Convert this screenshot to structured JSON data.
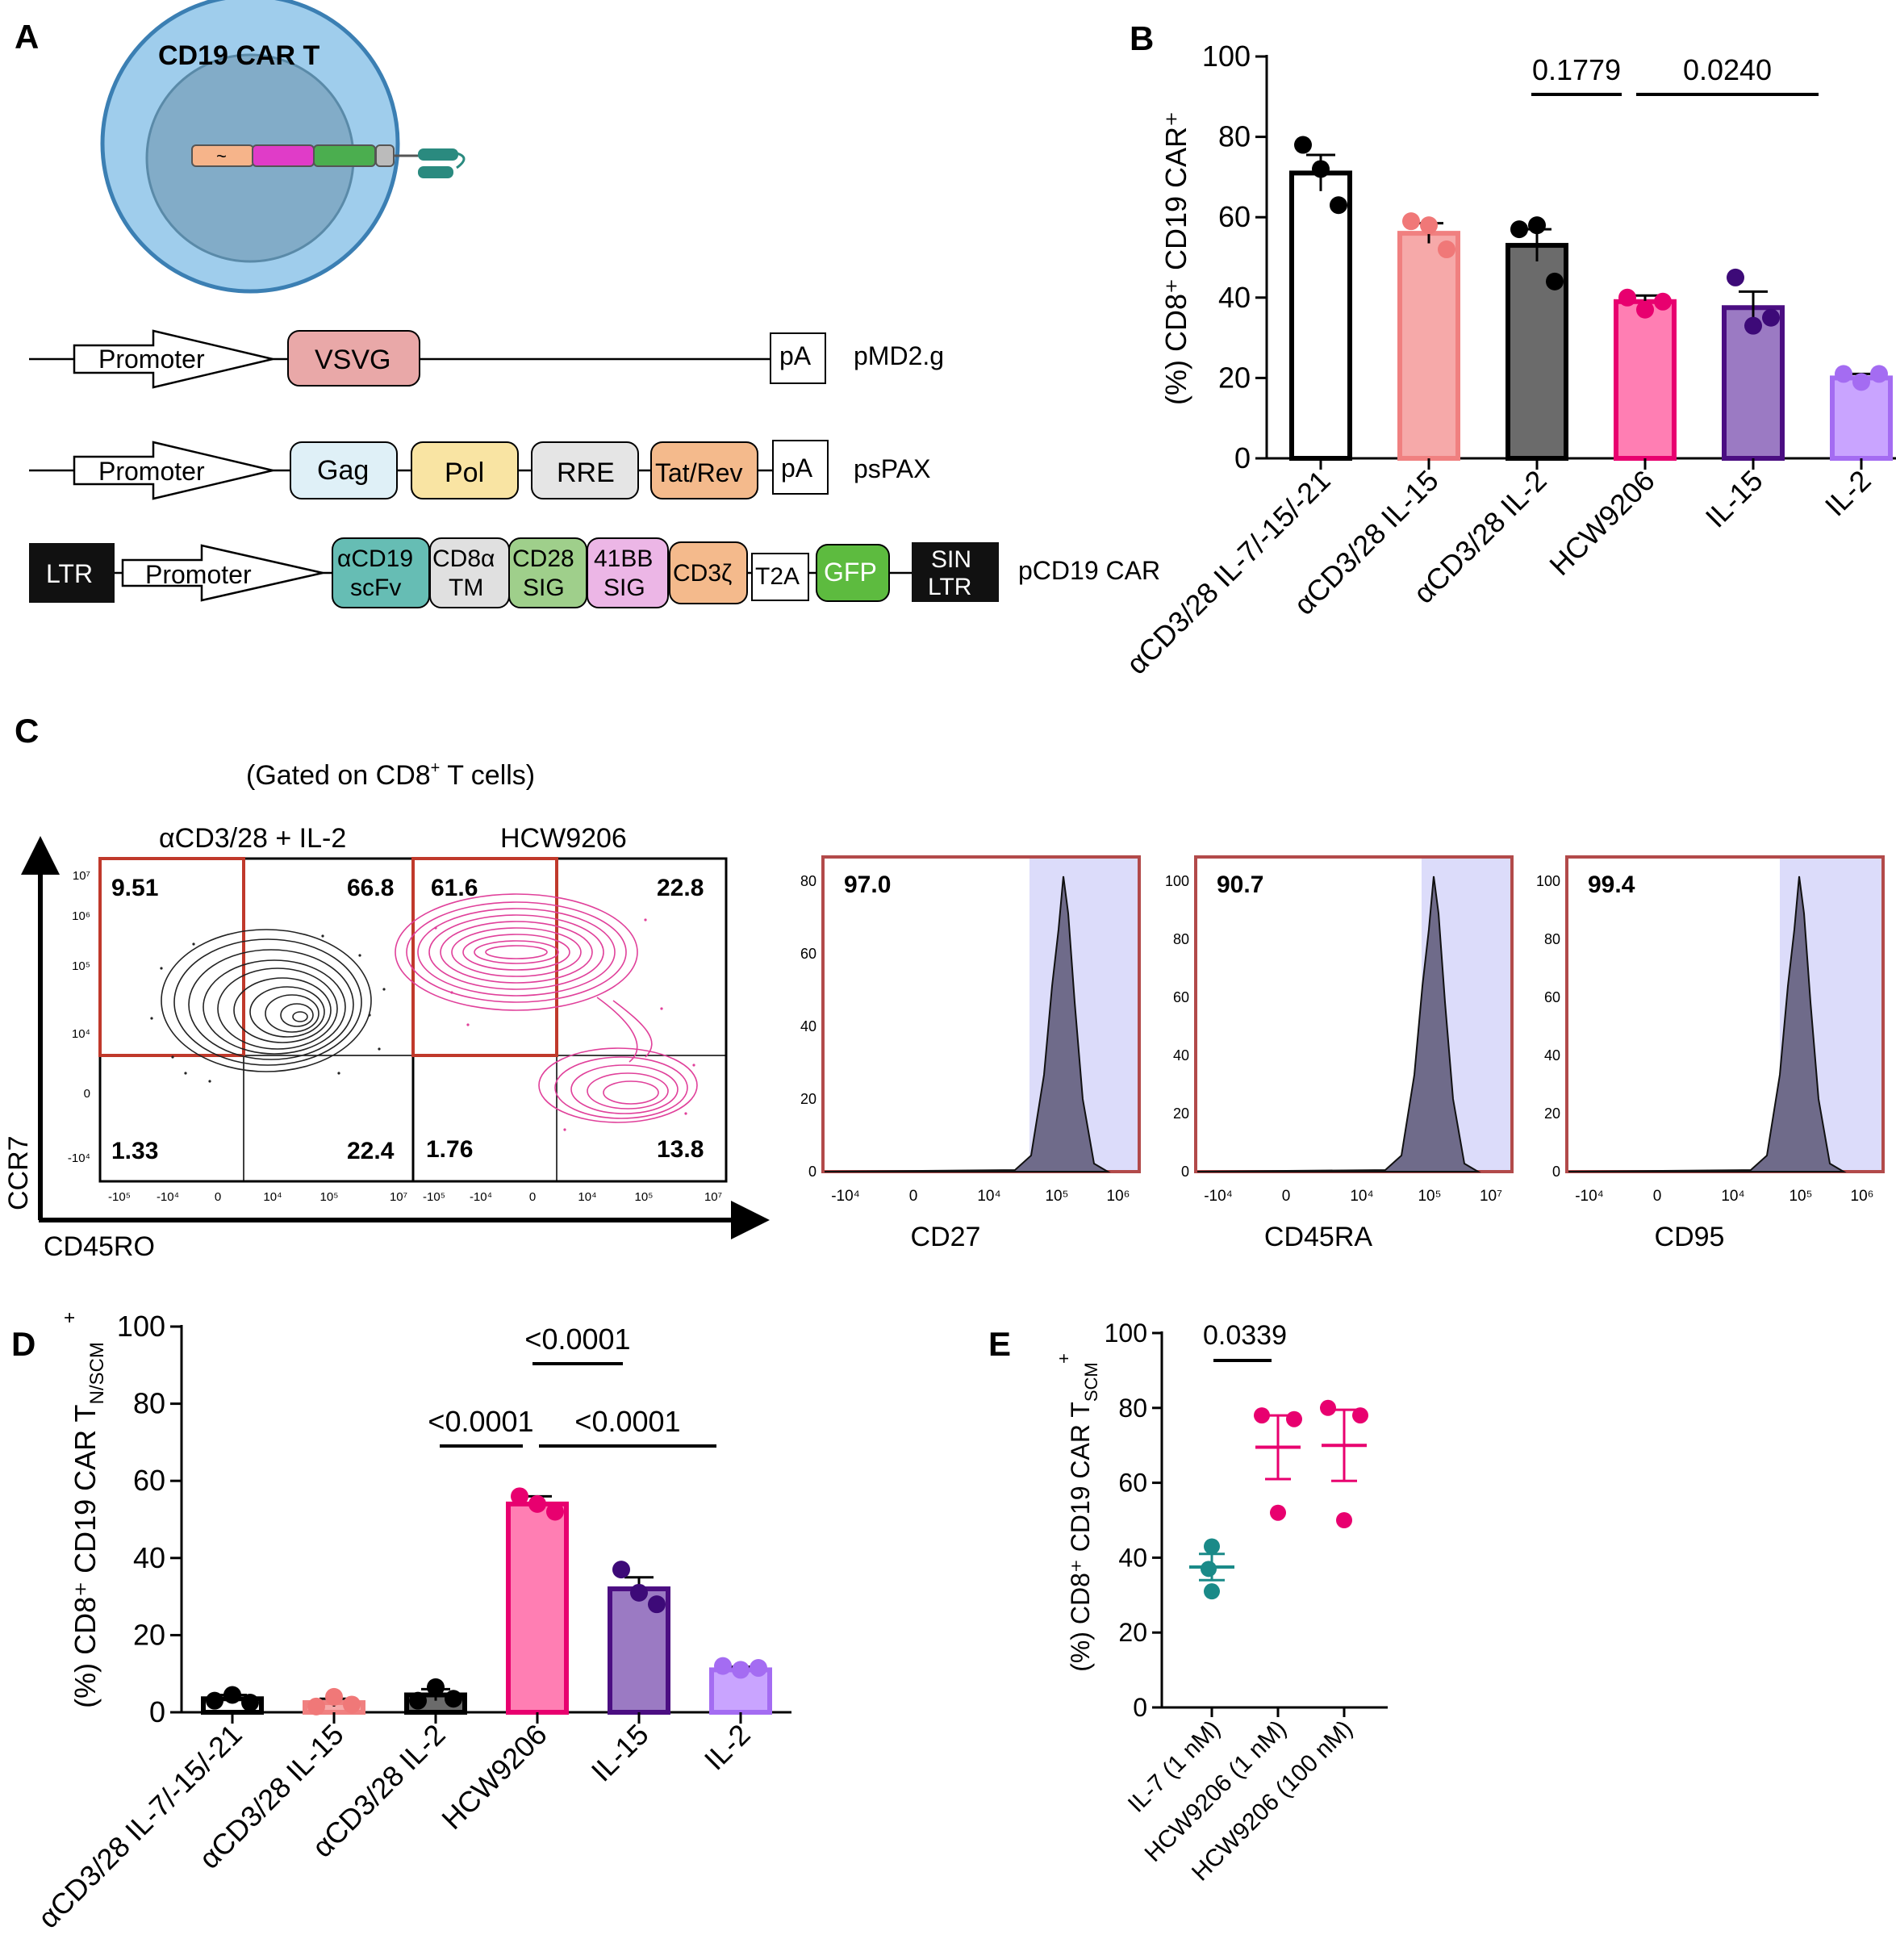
{
  "panels": {
    "A": "A",
    "B": "B",
    "C": "C",
    "D": "D",
    "E": "E"
  },
  "panelA": {
    "cell_label": "CD19 CAR T",
    "construct_glyph": "~",
    "pmd2g": {
      "promoter": "Promoter",
      "vsvg": "VSVG",
      "pa": "pA",
      "name": "pMD2.g"
    },
    "pspax": {
      "promoter": "Promoter",
      "gag": "Gag",
      "pol": "Pol",
      "rre": "RRE",
      "tatrev": "Tat/Rev",
      "pa": "pA",
      "name": "psPAX"
    },
    "pcar": {
      "ltr": "LTR",
      "promoter": "Promoter",
      "scfv1": "αCD19",
      "scfv2": "scFv",
      "tm1": "CD8α",
      "tm2": "TM",
      "cd28_1": "CD28",
      "cd28_2": "SIG",
      "bb_1": "41BB",
      "bb_2": "SIG",
      "cd3z": "CD3ζ",
      "t2a": "T2A",
      "gfp": "GFP",
      "sin1": "SIN",
      "sin2": "LTR",
      "name": "pCD19 CAR"
    }
  },
  "panelC": {
    "gated_label_pre": "(Gated on CD8",
    "gated_label_sup": "+",
    "gated_label_post": " T cells)",
    "y_axis": "CCR7",
    "x_axis": "CD45RO",
    "contour_titles": [
      "αCD3/28 + IL-2",
      "HCW9206"
    ],
    "plot1_quadrants": {
      "ul": "9.51",
      "ur": "66.8",
      "ll": "1.33",
      "lr": "22.4"
    },
    "plot2_quadrants": {
      "ul": "61.6",
      "ur": "22.8",
      "ll": "1.76",
      "lr": "13.8"
    },
    "contour_y_ticks": [
      "10⁷",
      "10⁶",
      "10⁵",
      "10⁴",
      "0",
      "-10⁴"
    ],
    "contour_x_ticks": [
      "-10⁵",
      "-10⁴",
      "0",
      "10⁴",
      "10⁵",
      "10⁷"
    ],
    "hist_x_ticks": [
      "-10⁴",
      "0",
      "10⁴",
      "10⁵",
      "10⁶"
    ],
    "hist_x_ticks_b": [
      "-10⁴",
      "0",
      "10⁴",
      "10⁵",
      "10⁷"
    ],
    "histograms": [
      {
        "marker": "CD27",
        "percent": "97.0",
        "y_ticks": [
          "80",
          "60",
          "40",
          "20",
          "0"
        ]
      },
      {
        "marker": "CD45RA",
        "percent": "90.7",
        "y_ticks": [
          "100",
          "80",
          "60",
          "40",
          "20",
          "0"
        ]
      },
      {
        "marker": "CD95",
        "percent": "99.4",
        "y_ticks": [
          "100",
          "80",
          "60",
          "40",
          "20",
          "0"
        ]
      }
    ]
  },
  "chart_data": [
    {
      "panel": "B",
      "type": "bar",
      "ylabel": "(%) CD8⁺ CD19 CAR⁺",
      "ylim": [
        0,
        100
      ],
      "yticks": [
        0,
        20,
        40,
        60,
        80,
        100
      ],
      "categories": [
        "αCD3/28 IL-7/-15/-21",
        "αCD3/28 IL-15",
        "αCD3/28 IL-2",
        "HCW9206",
        "IL-15",
        "IL-2"
      ],
      "values": [
        71,
        56,
        53,
        39,
        37.5,
        20
      ],
      "sem": [
        4.5,
        2.5,
        4,
        1.5,
        4,
        1
      ],
      "points": [
        [
          78,
          72,
          63
        ],
        [
          59,
          58,
          52
        ],
        [
          57,
          58,
          44
        ],
        [
          40,
          37,
          39
        ],
        [
          45,
          33,
          35
        ],
        [
          21,
          19,
          21
        ]
      ],
      "colors": [
        "#ffffff",
        "#f6a9a9",
        "#6b6b6b",
        "#ff7eb3",
        "#9b7ac3",
        "#c9a4ff"
      ],
      "edge_colors": [
        "#000000",
        "#f08080",
        "#000000",
        "#e8006f",
        "#4b0e82",
        "#a46cf2"
      ],
      "point_colors": [
        "#000000",
        "#f07878",
        "#000000",
        "#e8006f",
        "#3d0a78",
        "#a46cf2"
      ],
      "comparisons": [
        {
          "from": "αCD3/28 IL-2",
          "to": "HCW9206",
          "label": "0.1779"
        },
        {
          "from": "HCW9206",
          "to": "IL-2",
          "label": "0.0240"
        }
      ]
    },
    {
      "panel": "D",
      "type": "bar",
      "ylabel": "(%) CD8⁺ CD19  CAR T",
      "ylabel_sub": "N/SCM",
      "ylabel_sup": "+",
      "ylim": [
        0,
        100
      ],
      "yticks": [
        0,
        20,
        40,
        60,
        80,
        100
      ],
      "categories": [
        "αCD3/28 IL-7/-15/-21",
        "αCD3/28 IL-15",
        "αCD3/28 IL-2",
        "HCW9206",
        "IL-15",
        "IL-2"
      ],
      "values": [
        3.5,
        2.5,
        4.5,
        54,
        32,
        11
      ],
      "sem": [
        1,
        1,
        1.5,
        2,
        3,
        0.8
      ],
      "points": [
        [
          3,
          4.5,
          2.5
        ],
        [
          1.5,
          4,
          2
        ],
        [
          3,
          6.5,
          3.5
        ],
        [
          56,
          54,
          52
        ],
        [
          37,
          31,
          28
        ],
        [
          12,
          11,
          11.5
        ]
      ],
      "colors": [
        "#ffffff",
        "#f6a9a9",
        "#6b6b6b",
        "#ff7eb3",
        "#9b7ac3",
        "#c9a4ff"
      ],
      "edge_colors": [
        "#000000",
        "#f08080",
        "#000000",
        "#e8006f",
        "#4b0e82",
        "#a46cf2"
      ],
      "point_colors": [
        "#000000",
        "#f07878",
        "#000000",
        "#e8006f",
        "#3d0a78",
        "#a46cf2"
      ],
      "comparisons": [
        {
          "from": "αCD3/28 IL-2",
          "to": "HCW9206",
          "label": "<0.0001"
        },
        {
          "from": "HCW9206",
          "to": "IL-15",
          "label": "<0.0001"
        },
        {
          "from": "HCW9206",
          "to": "IL-2",
          "label": "<0.0001"
        }
      ]
    },
    {
      "panel": "E",
      "type": "scatter",
      "ylabel": "(%) CD8⁺ CD19 CAR T",
      "ylabel_sub": "SCM",
      "ylabel_sup": "+",
      "ylim": [
        0,
        100
      ],
      "yticks": [
        0,
        20,
        40,
        60,
        80,
        100
      ],
      "categories": [
        "IL-7 (1 nM)",
        "HCW9206 (1 nM)",
        "HCW9206 (100 nM)"
      ],
      "points": [
        [
          43,
          37,
          31
        ],
        [
          78,
          77,
          52
        ],
        [
          80,
          78,
          50
        ]
      ],
      "means": [
        37.5,
        69.5,
        70
      ],
      "sem": [
        3.5,
        8.5,
        9.5
      ],
      "colors": [
        "#1a8a88",
        "#e8006f",
        "#e8006f"
      ],
      "comparisons": [
        {
          "from": "IL-7 (1 nM)",
          "to": "HCW9206 (1 nM)",
          "label": "0.0339"
        }
      ]
    }
  ]
}
